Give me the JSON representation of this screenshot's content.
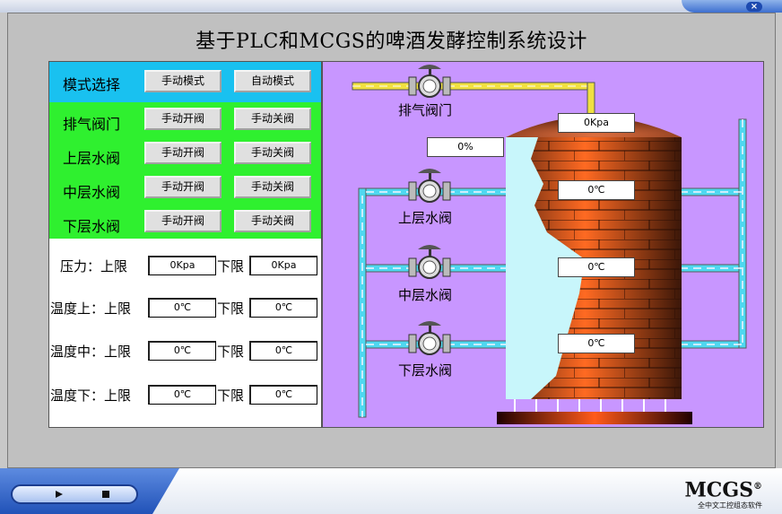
{
  "title": "基于PLC和MCGS的啤酒发酵控制系统设计",
  "close_glyph": "×",
  "mode": {
    "label": "模式选择",
    "manual": "手动模式",
    "auto": "自动模式"
  },
  "valves": [
    {
      "label": "排气阀门",
      "open": "手动开阀",
      "close": "手动关阀"
    },
    {
      "label": "上层水阀",
      "open": "手动开阀",
      "close": "手动关阀"
    },
    {
      "label": "中层水阀",
      "open": "手动开阀",
      "close": "手动关阀"
    },
    {
      "label": "下层水阀",
      "open": "手动开阀",
      "close": "手动关阀"
    }
  ],
  "limits": [
    {
      "label": "压力：上限",
      "upper": "0Kpa",
      "lower_label": "下限",
      "lower": "0Kpa"
    },
    {
      "label": "温度上：上限",
      "upper": "0℃",
      "lower_label": "下限",
      "lower": "0℃"
    },
    {
      "label": "温度中：上限",
      "upper": "0℃",
      "lower_label": "下限",
      "lower": "0℃"
    },
    {
      "label": "温度下：上限",
      "upper": "0℃",
      "lower_label": "下限",
      "lower": "0℃"
    }
  ],
  "tank": {
    "pressure": "0Kpa",
    "level": "0%",
    "temp_top": "0℃",
    "temp_mid": "0℃",
    "temp_bottom": "0℃",
    "valve_labels": [
      "排气阀门",
      "上层水阀",
      "中层水阀",
      "下层水阀"
    ]
  },
  "brand": {
    "name": "MCGS",
    "reg": "®",
    "subtitle": "全中文工控组态软件"
  },
  "colors": {
    "mode_bg": "#19c1f0",
    "valve_bg": "#2ff02f",
    "scene_bg": "#c896ff",
    "pipe": "#4fd8f0",
    "exhaust_pipe": "#f0e040"
  }
}
